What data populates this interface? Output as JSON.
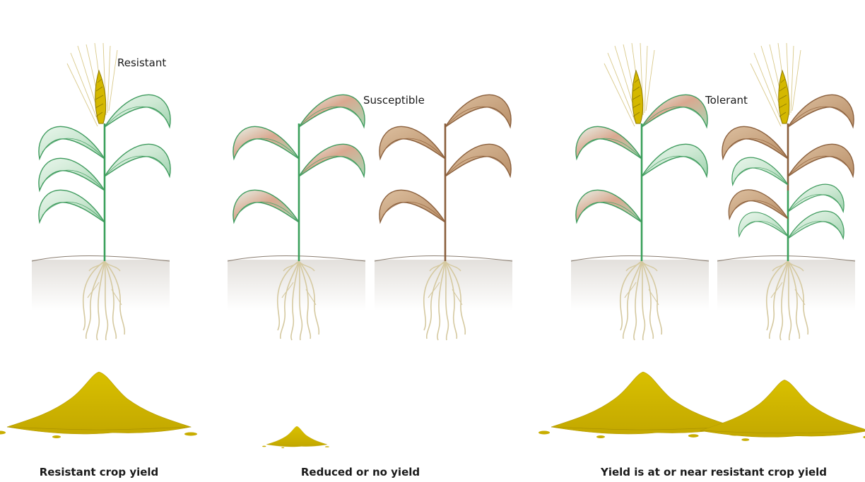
{
  "labels": {
    "resistant": "Resistant",
    "susceptible": "Susceptible",
    "tolerant": "Tolerant"
  },
  "captions": {
    "resistant": "Resistant crop yield",
    "susceptible": "Reduced or no yield",
    "tolerant": "Yield is at or near resistant crop yield"
  },
  "colors": {
    "leaf_green": "#cfe9d4",
    "leaf_green_edge": "#3f9b5e",
    "stem_green": "#3aa05a",
    "leaf_brown": "#c8a27e",
    "leaf_brown_edge": "#8a5f3c",
    "stem_brown": "#8a5f3c",
    "grain": "#d4b800",
    "grain_dark": "#b59b00",
    "root": "#d8cda6",
    "soil_top": "#e6e3df"
  }
}
